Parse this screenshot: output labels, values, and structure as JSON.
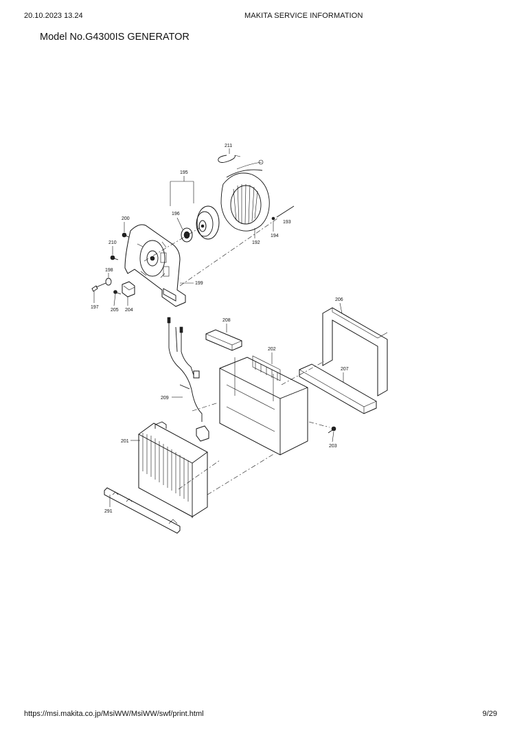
{
  "header": {
    "timestamp": "20.10.2023 13.24",
    "title": "MAKITA SERVICE INFORMATION"
  },
  "model": {
    "title": "Model No.G4300IS GENERATOR"
  },
  "parts": {
    "p211": "211",
    "p195": "195",
    "p196": "196",
    "p200": "200",
    "p193": "193",
    "p194": "194",
    "p192": "192",
    "p210": "210",
    "p198": "198",
    "p199": "199",
    "p197": "197",
    "p205": "205",
    "p204": "204",
    "p206": "206",
    "p208": "208",
    "p202": "202",
    "p207": "207",
    "p209": "209",
    "p201": "201",
    "p203": "203",
    "p291": "291"
  },
  "footer": {
    "url": "https://msi.makita.co.jp/MsiWW/MsiWW/swf/print.html",
    "page": "9/29"
  }
}
